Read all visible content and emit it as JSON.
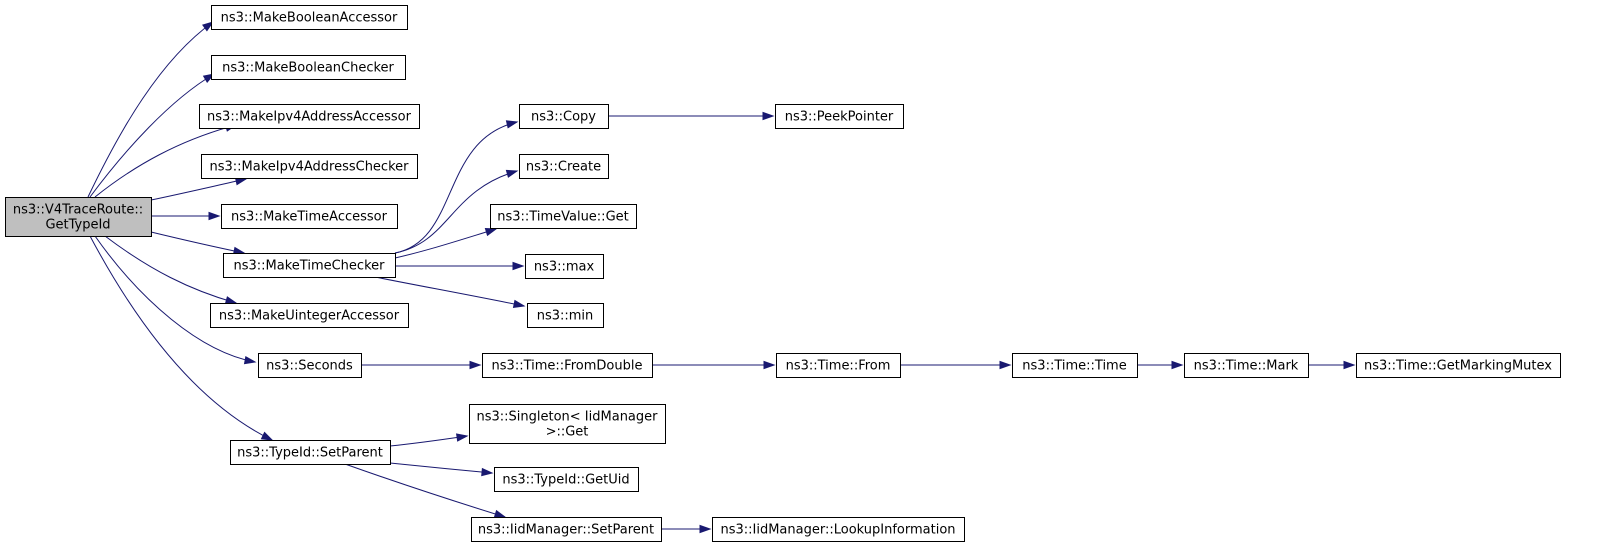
{
  "diagram": {
    "title": "",
    "colors": {
      "edge": "#191970",
      "root_fill": "#bfbfbf",
      "node_fill": "#ffffff",
      "node_border": "#000000"
    },
    "nodes": [
      {
        "id": "root",
        "lines": [
          "ns3::V4TraceRoute::",
          "GetTypeId"
        ],
        "root": true
      },
      {
        "id": "bool_acc",
        "lines": [
          "ns3::MakeBooleanAccessor"
        ]
      },
      {
        "id": "bool_chk",
        "lines": [
          "ns3::MakeBooleanChecker"
        ]
      },
      {
        "id": "ipv4_acc",
        "lines": [
          "ns3::MakeIpv4AddressAccessor"
        ]
      },
      {
        "id": "ipv4_chk",
        "lines": [
          "ns3::MakeIpv4AddressChecker"
        ]
      },
      {
        "id": "time_acc",
        "lines": [
          "ns3::MakeTimeAccessor"
        ]
      },
      {
        "id": "time_chk",
        "lines": [
          "ns3::MakeTimeChecker"
        ]
      },
      {
        "id": "uint_acc",
        "lines": [
          "ns3::MakeUintegerAccessor"
        ]
      },
      {
        "id": "seconds",
        "lines": [
          "ns3::Seconds"
        ]
      },
      {
        "id": "setparent",
        "lines": [
          "ns3::TypeId::SetParent"
        ]
      },
      {
        "id": "copy",
        "lines": [
          "ns3::Copy"
        ]
      },
      {
        "id": "peek",
        "lines": [
          "ns3::PeekPointer"
        ]
      },
      {
        "id": "create",
        "lines": [
          "ns3::Create"
        ]
      },
      {
        "id": "tv_get",
        "lines": [
          "ns3::TimeValue::Get"
        ]
      },
      {
        "id": "max",
        "lines": [
          "ns3::max"
        ]
      },
      {
        "id": "min",
        "lines": [
          "ns3::min"
        ]
      },
      {
        "id": "fromdouble",
        "lines": [
          "ns3::Time::FromDouble"
        ]
      },
      {
        "id": "from",
        "lines": [
          "ns3::Time::From"
        ]
      },
      {
        "id": "time",
        "lines": [
          "ns3::Time::Time"
        ]
      },
      {
        "id": "mark",
        "lines": [
          "ns3::Time::Mark"
        ]
      },
      {
        "id": "mutex",
        "lines": [
          "ns3::Time::GetMarkingMutex"
        ]
      },
      {
        "id": "singleton",
        "lines": [
          "ns3::Singleton< IidManager",
          ">::Get"
        ]
      },
      {
        "id": "getuid",
        "lines": [
          "ns3::TypeId::GetUid"
        ]
      },
      {
        "id": "iid_setparent",
        "lines": [
          "ns3::IidManager::SetParent"
        ]
      },
      {
        "id": "lookup",
        "lines": [
          "ns3::IidManager::LookupInformation"
        ]
      }
    ],
    "edges": [
      {
        "from": "root",
        "to": "bool_acc"
      },
      {
        "from": "root",
        "to": "bool_chk"
      },
      {
        "from": "root",
        "to": "ipv4_acc"
      },
      {
        "from": "root",
        "to": "ipv4_chk"
      },
      {
        "from": "root",
        "to": "time_acc"
      },
      {
        "from": "root",
        "to": "time_chk"
      },
      {
        "from": "root",
        "to": "uint_acc"
      },
      {
        "from": "root",
        "to": "seconds"
      },
      {
        "from": "root",
        "to": "setparent"
      },
      {
        "from": "time_chk",
        "to": "copy"
      },
      {
        "from": "time_chk",
        "to": "create"
      },
      {
        "from": "time_chk",
        "to": "tv_get"
      },
      {
        "from": "time_chk",
        "to": "max"
      },
      {
        "from": "time_chk",
        "to": "min"
      },
      {
        "from": "copy",
        "to": "peek"
      },
      {
        "from": "seconds",
        "to": "fromdouble"
      },
      {
        "from": "fromdouble",
        "to": "from"
      },
      {
        "from": "from",
        "to": "time"
      },
      {
        "from": "time",
        "to": "mark"
      },
      {
        "from": "mark",
        "to": "mutex"
      },
      {
        "from": "setparent",
        "to": "singleton"
      },
      {
        "from": "setparent",
        "to": "getuid"
      },
      {
        "from": "setparent",
        "to": "iid_setparent"
      },
      {
        "from": "iid_setparent",
        "to": "lookup"
      }
    ]
  }
}
